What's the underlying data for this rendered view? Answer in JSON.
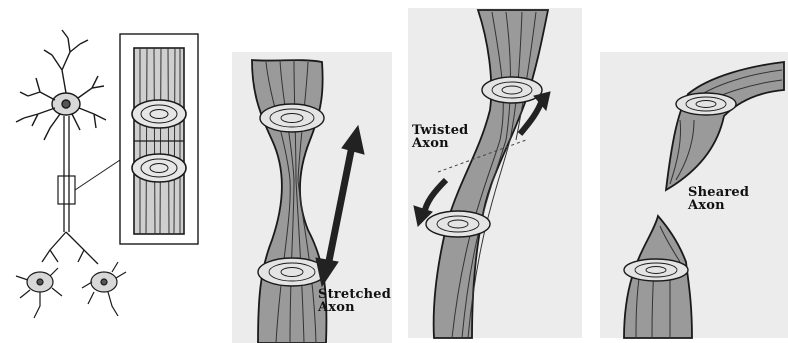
{
  "figure": {
    "panels": [
      {
        "id": "neuron",
        "caption": ""
      },
      {
        "id": "stretched",
        "label_line1": "Stretched",
        "label_line2": "Axon"
      },
      {
        "id": "twisted",
        "label_line1": "Twisted",
        "label_line2": "Axon"
      },
      {
        "id": "sheared",
        "label_line1": "Sheared",
        "label_line2": "Axon"
      }
    ],
    "colors": {
      "ink": "#1a1a1a",
      "paper": "#ececec",
      "shade": "#6a6a6a",
      "arrow": "#222222"
    }
  }
}
